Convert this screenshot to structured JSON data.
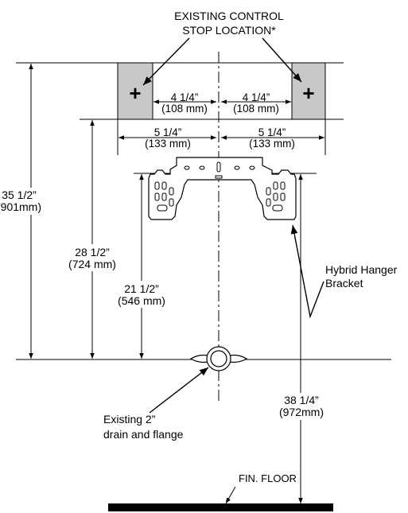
{
  "callouts": {
    "control_stop_line1": "EXISTING CONTROL",
    "control_stop_line2": "STOP LOCATION*",
    "bracket_line1": "Hybrid Hanger",
    "bracket_line2": "Bracket",
    "drain_line1": "Existing 2”",
    "drain_line2": "drain and flange",
    "floor": "FIN. FLOOR"
  },
  "dimensions": {
    "inner_left": {
      "imperial": "4 1/4”",
      "metric": "(108 mm)"
    },
    "inner_right": {
      "imperial": "4 1/4”",
      "metric": "(108 mm)"
    },
    "outer_left": {
      "imperial": "5 1/4”",
      "metric": "(133 mm)"
    },
    "outer_right": {
      "imperial": "5 1/4”",
      "metric": "(133 mm)"
    },
    "stop_top_to_drain": {
      "imperial": "35 1/2”",
      "metric": "(901mm)"
    },
    "stop_bottom_to_drain": {
      "imperial": "28 1/2”",
      "metric": "(724 mm)"
    },
    "bracket_to_drain": {
      "imperial": "21 1/2”",
      "metric": "(546 mm)"
    },
    "bracket_to_floor": {
      "imperial": "38 1/4”",
      "metric": "(972mm)"
    }
  },
  "symbols": {
    "stop_marker": "+"
  }
}
